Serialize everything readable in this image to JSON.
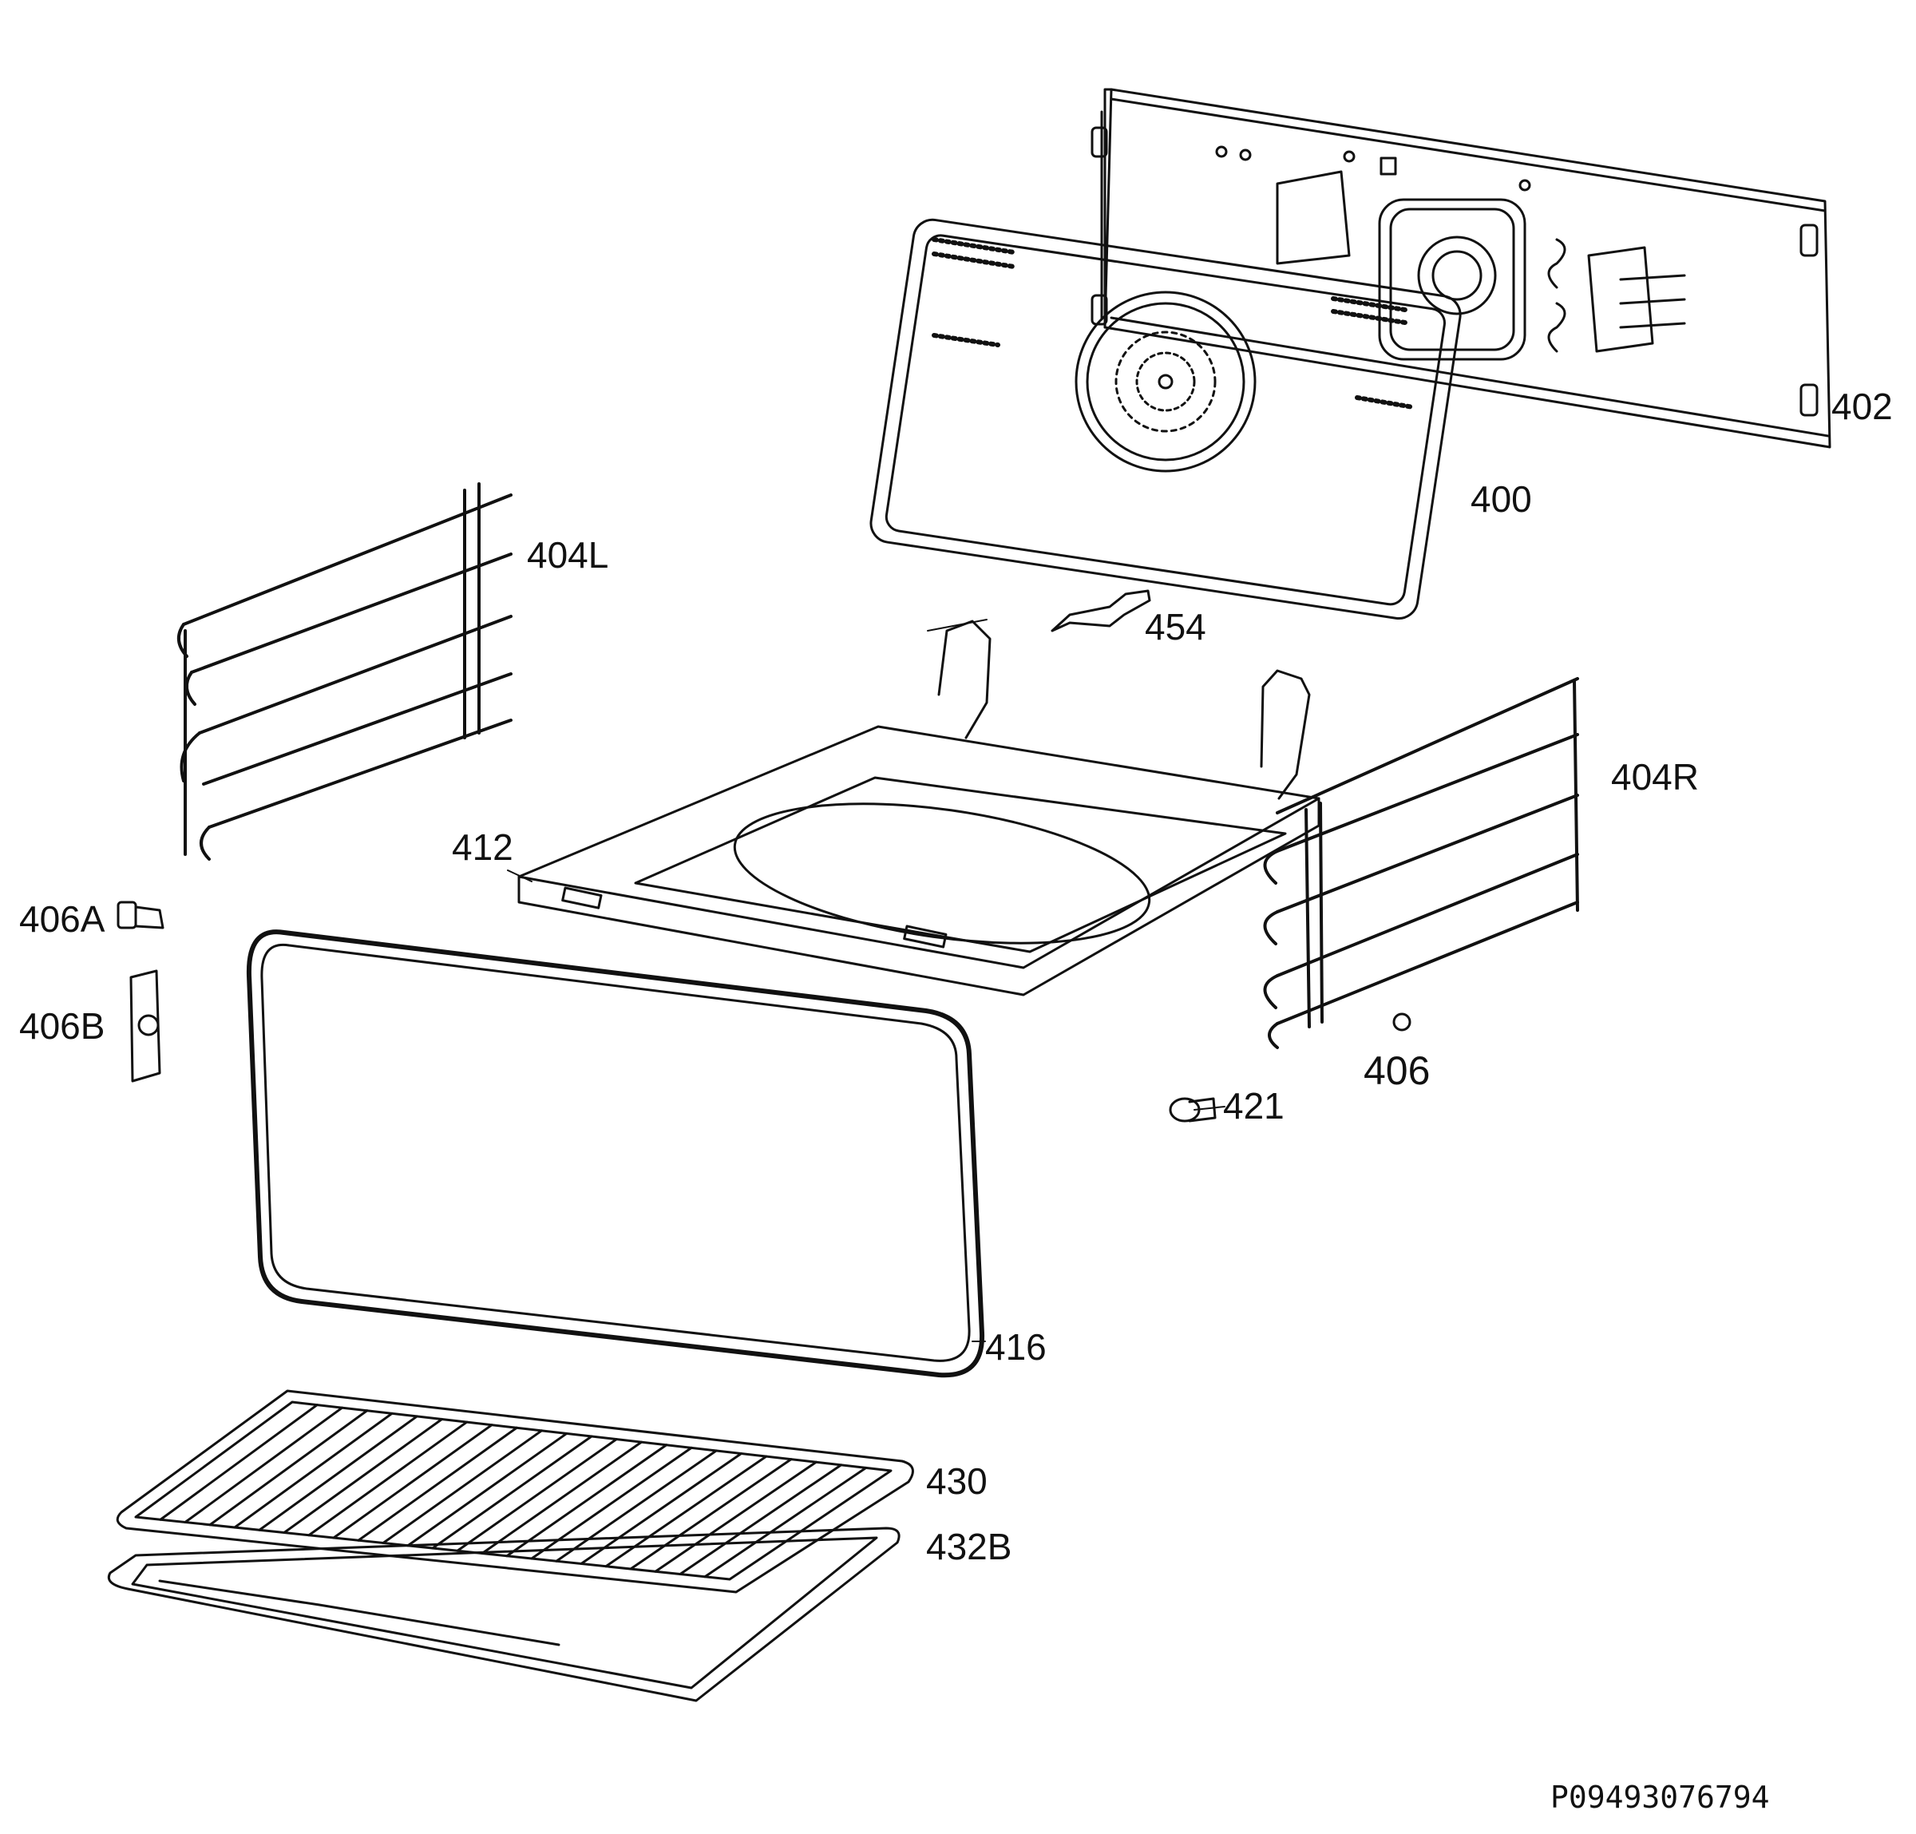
{
  "labels": {
    "p400": "400",
    "p402": "402",
    "p404L": "404L",
    "p404R": "404R",
    "p406": "406",
    "p406A": "406A",
    "p406B": "406B",
    "p412": "412",
    "p416": "416",
    "p421": "421",
    "p430": "430",
    "p432B": "432B",
    "p454": "454"
  },
  "document_id": "P09493076794",
  "colors": {
    "line": "#111111",
    "background": "#ffffff"
  }
}
